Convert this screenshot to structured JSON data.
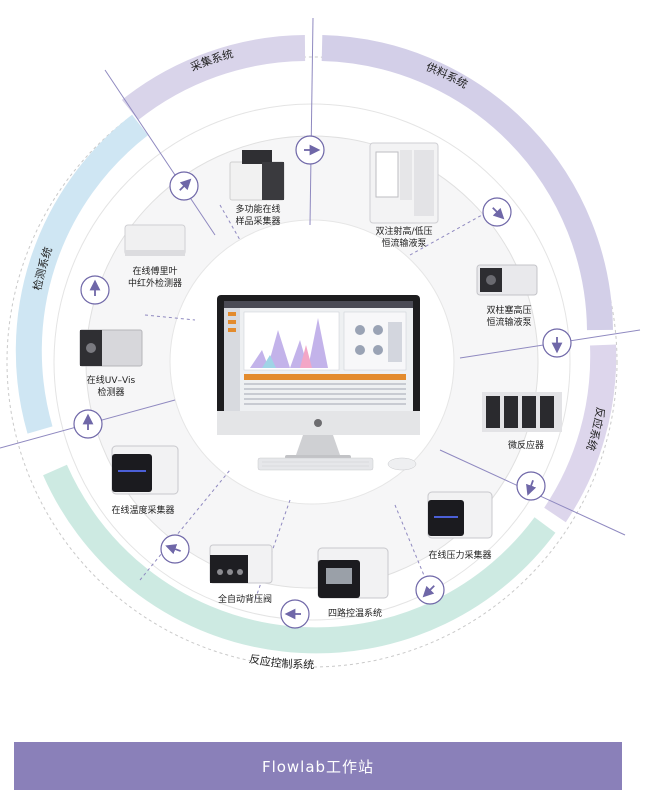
{
  "systems": {
    "collect": "采集系统",
    "supply": "供料系统",
    "reaction": "反应系统",
    "control": "反应控制系统",
    "detect": "检测系统"
  },
  "devices": {
    "multi_sampler": [
      "多功能在线",
      "样品采集器"
    ],
    "syringe_pump": [
      "双注射高/低压",
      "恒流输液泵"
    ],
    "plunger_pump": [
      "双柱塞高压",
      "恒流输液泵"
    ],
    "microreactor": [
      "微反应器"
    ],
    "pressure_collector": [
      "在线压力采集器"
    ],
    "temp_control": [
      "四路控温系统"
    ],
    "back_pressure": [
      "全自动背压阀"
    ],
    "temp_collector": [
      "在线温度采集器"
    ],
    "uv_vis": [
      "在线UV–Vis",
      "检测器"
    ],
    "ftir": [
      "在线傅里叶",
      "中红外检测器"
    ]
  },
  "footer": {
    "title": "Flowlab工作站"
  },
  "colors": {
    "collect": "#d9d4ea",
    "supply": "#d3cfe8",
    "reaction": "#ddd6ec",
    "control": "#cdeae2",
    "detect": "#cfe6f3",
    "accent": "#6f67a8",
    "footer": "#8a80b9"
  }
}
